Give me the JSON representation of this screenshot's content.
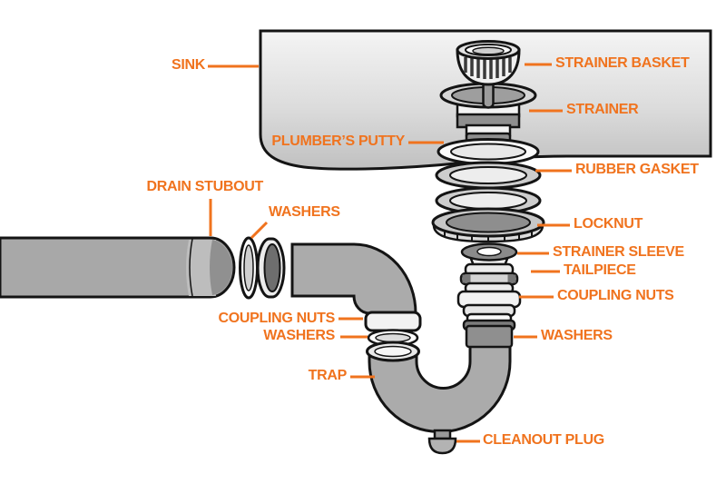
{
  "diagram": {
    "labels": {
      "sink": "SINK",
      "strainer_basket": "STRAINER BASKET",
      "strainer": "STRAINER",
      "plumbers_putty": "PLUMBER’S PUTTY",
      "rubber_gasket": "RUBBER GASKET",
      "locknut": "LOCKNUT",
      "strainer_sleeve": "STRAINER SLEEVE",
      "tailpiece": "TAILPIECE",
      "coupling_nuts_right": "COUPLING NUTS",
      "washers_right": "WASHERS",
      "drain_stubout": "DRAIN STUBOUT",
      "washers_upper_left": "WASHERS",
      "coupling_nuts_left": "COUPLING NUTS",
      "washers_left": "WASHERS",
      "trap": "TRAP",
      "cleanout_plug": "CLEANOUT PLUG"
    },
    "colors": {
      "label_orange": "#F0731E",
      "outline_black": "#141414",
      "pipe_gray": "#ABABAB",
      "pipe_dark_gray": "#8F8F8F",
      "ring_light": "#ECECEC",
      "sink_gradient_top": "#F2F2F2",
      "sink_gradient_bottom": "#C0C0C0",
      "background": "#FFFFFF"
    }
  }
}
